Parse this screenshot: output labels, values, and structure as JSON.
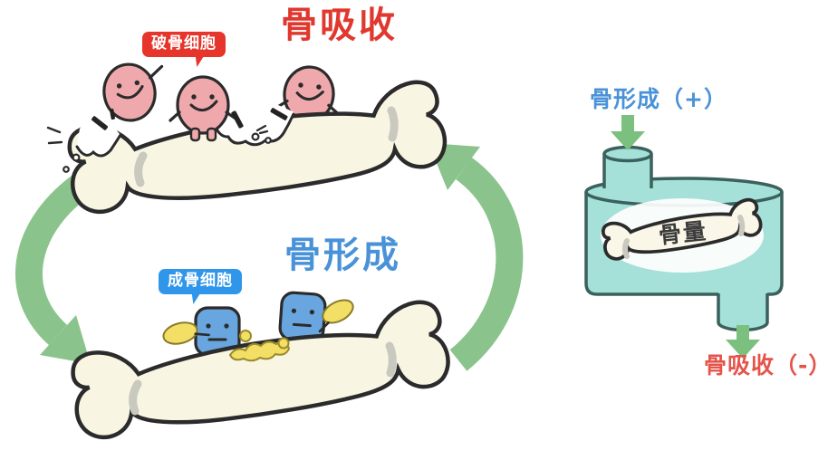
{
  "diagram": {
    "cycle": {
      "resorption": {
        "title": "骨吸收",
        "cell_label": "破骨细胞"
      },
      "formation": {
        "title": "骨形成",
        "cell_label": "成骨细胞"
      }
    },
    "balance": {
      "input_label": "骨形成（+）",
      "output_label": "骨吸收（-）",
      "bone_mass_label": "骨量"
    },
    "colors": {
      "resorption_red": "#e0382e",
      "osteoclast_bubble_red": "#e6352b",
      "formation_blue": "#4a92d8",
      "osteoblast_bubble_blue": "#2f96ea",
      "cycle_arrow_green": "#8ac48c",
      "flow_arrow_green": "#7cc07f",
      "bone_cream": "#f8f5e3",
      "outline_dark": "#2b2b2b",
      "osteoclast_pink": "#efa9ad",
      "osteoblast_blue": "#69a5de",
      "osteoid_yellow": "#f3df66",
      "tank_teal": "#a5e0d9",
      "tank_outline": "#3a615c",
      "bone_mass_text": "#3b3b3b",
      "output_label_red": "#e5544b",
      "background": "#ffffff"
    }
  }
}
